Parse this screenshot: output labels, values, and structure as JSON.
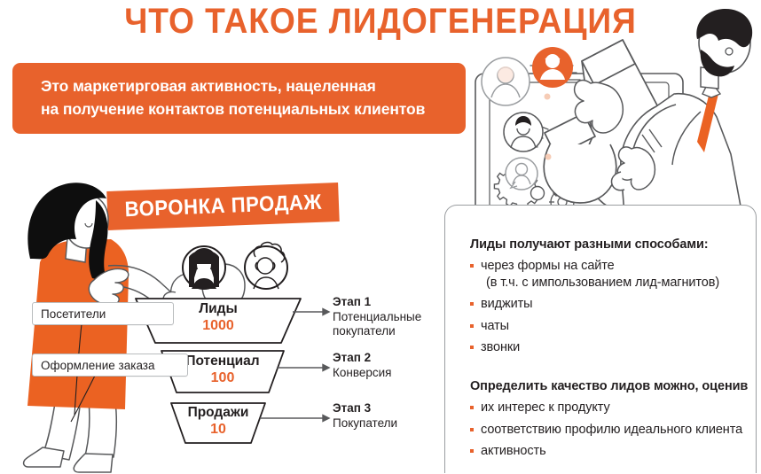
{
  "page": {
    "title": "ЧТО ТАКОЕ ЛИДОГЕНЕРАЦИЯ",
    "subtitle_line1": "Это маркетирговая активность, нацеленная",
    "subtitle_line2": "на получение контактов потенциальных клиентов",
    "background": "#ffffff"
  },
  "colors": {
    "accent": "#e8622c",
    "text": "#231f20",
    "line": "#58595b",
    "panel_border": "#9a9da0"
  },
  "funnel": {
    "banner_label": "ВОРОНКА ПРОДАЖ",
    "chips": [
      {
        "label": "Посетители"
      },
      {
        "label": "Оформление заказа"
      }
    ],
    "stages": [
      {
        "label": "Лиды",
        "value": "1000",
        "note_title": "Этап 1",
        "note_desc_line1": "Потенциальные",
        "note_desc_line2": "покупатели"
      },
      {
        "label": "Потенциал",
        "value": "100",
        "note_title": "Этап 2",
        "note_desc_line1": "Конверсия",
        "note_desc_line2": ""
      },
      {
        "label": "Продажи",
        "value": "10",
        "note_title": "Этап 3",
        "note_desc_line1": "Покупатели",
        "note_desc_line2": ""
      }
    ]
  },
  "info_panel": {
    "block1": {
      "heading": "Лиды получают разными способами:",
      "items": [
        {
          "text": "через формы на сайте",
          "sub": "(в т.ч. с импользованием лид-магнитов)"
        },
        {
          "text": "виджиты",
          "sub": ""
        },
        {
          "text": "чаты",
          "sub": ""
        },
        {
          "text": "звонки",
          "sub": ""
        }
      ]
    },
    "block2": {
      "heading": "Определить качество лидов можно, оценив",
      "items": [
        {
          "text": "их интерес к продукту",
          "sub": ""
        },
        {
          "text": "соответствию профилю идеального клиента",
          "sub": ""
        },
        {
          "text": "активность",
          "sub": ""
        }
      ]
    }
  },
  "illustration": {
    "magnet_scene_name": "man-with-magnet-attracting-leads",
    "funnel_scene_name": "woman-pointing-at-sales-funnel",
    "avatar_icons": [
      "user-avatar-orange-icon",
      "user-avatar-outline-icon",
      "user-avatar-dark-hair-icon",
      "user-avatar-chat-icon"
    ],
    "gear_icons": [
      "gear-large-icon",
      "gear-small-icon"
    ]
  }
}
